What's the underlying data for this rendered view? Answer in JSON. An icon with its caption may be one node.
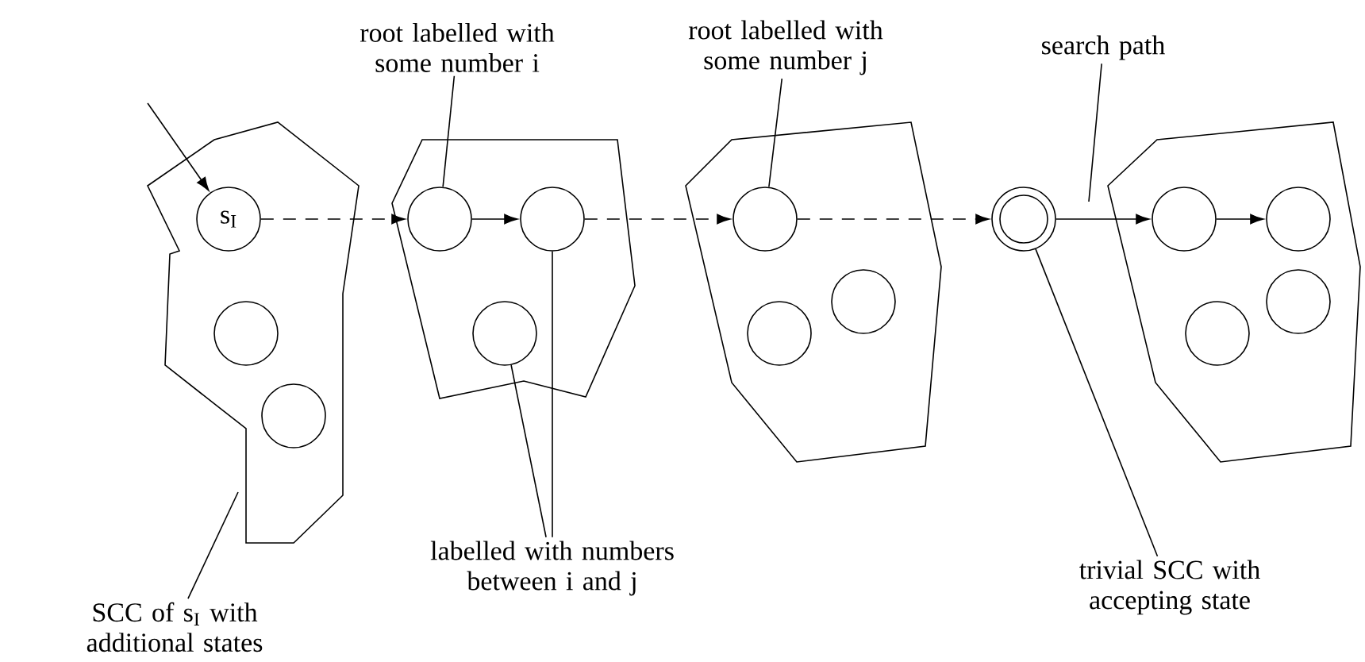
{
  "diagram": {
    "nodes": [
      {
        "text": [],
        "shape": "polygon"
      },
      {
        "text": [
          "s$_{I}$"
        ],
        "in": 0
      },
      {
        "text": [],
        "shape": "circle",
        "in": 0
      },
      {
        "text": [],
        "shape": "circle",
        "in": 0
      },
      {
        "text": [],
        "shape": "polygon"
      },
      {
        "text": [],
        "shape": "circle",
        "in": 4
      },
      {
        "text": [],
        "shape": "circle",
        "in": 4
      },
      {
        "text": [],
        "shape": "circle",
        "in": 4
      },
      {
        "text": [],
        "shape": "polygon"
      },
      {
        "text": [],
        "shape": "circle",
        "in": 8
      },
      {
        "text": [],
        "shape": "circle",
        "in": 8
      },
      {
        "text": [],
        "shape": "circle",
        "in": 8
      },
      {
        "text": [],
        "shape": "circle"
      },
      {
        "text": [],
        "shape": "polygon"
      },
      {
        "text": [],
        "shape": "circle",
        "in": 13
      },
      {
        "text": [],
        "shape": "circle",
        "in": 13
      },
      {
        "text": [],
        "shape": "circle",
        "in": 13
      },
      {
        "text": [],
        "shape": "circle",
        "in": 13
      },
      {
        "text": [
          "root labelled with some number i"
        ]
      },
      {
        "text": [
          "root labelled with some number j"
        ]
      },
      {
        "text": [
          "search path"
        ]
      },
      {
        "text": [
          "SCC of s$_{I}$ with additional states"
        ]
      },
      {
        "text": [
          "labelled with numbers between i and j"
        ]
      },
      {
        "text": [
          "trivial SCC with accepting state"
        ]
      }
    ],
    "edges": [
      {
        "from": null,
        "to": 1,
        "arrow": "to"
      },
      {
        "from": 1,
        "to": 5,
        "arrow": "to",
        "style": "dashed"
      },
      {
        "from": 5,
        "to": 6,
        "arrow": "to"
      },
      {
        "from": 6,
        "to": 9,
        "arrow": "to",
        "style": "dashed"
      },
      {
        "from": 9,
        "to": 12,
        "arrow": "to",
        "style": "dashed"
      },
      {
        "from": 12,
        "to": 14,
        "arrow": "to"
      },
      {
        "from": 14,
        "to": 15,
        "arrow": "to"
      },
      {
        "from": 18,
        "to": 5,
        "arrow": "none"
      },
      {
        "from": 19,
        "to": 9,
        "arrow": "none"
      },
      {
        "from": 20,
        "to": null,
        "arrow": "none"
      },
      {
        "from": 21,
        "to": 0,
        "arrow": "none"
      },
      {
        "from": 22,
        "to": 7,
        "arrow": "none"
      },
      {
        "from": 22,
        "to": 6,
        "arrow": "none"
      },
      {
        "from": 23,
        "to": 12,
        "arrow": "none"
      }
    ]
  }
}
